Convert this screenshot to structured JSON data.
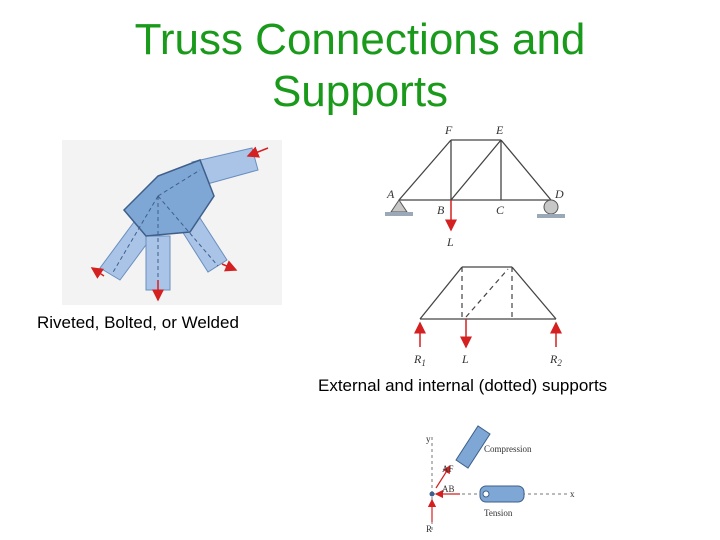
{
  "slide": {
    "title_line1": "Truss Connections and",
    "title_line2": "Supports",
    "caption_connections": "Riveted, Bolted, or Welded",
    "caption_supports": "External and internal (dotted) supports"
  },
  "truss_diagram": {
    "nodes": {
      "A": "A",
      "B": "B",
      "C": "C",
      "D": "D",
      "E": "E",
      "F": "F"
    },
    "load": "L"
  },
  "reaction_diagram": {
    "r1": "R",
    "r1_sub": "1",
    "load": "L",
    "r2": "R",
    "r2_sub": "2"
  },
  "joint_diagram": {
    "compression": "Compression",
    "tension": "Tension",
    "af": "AF",
    "ab": "AB",
    "y": "y",
    "x": "x",
    "r": "R"
  },
  "colors": {
    "title": "#1a9a1a",
    "member_fill": "#7fa7d6",
    "arrow_red": "#d42020"
  }
}
